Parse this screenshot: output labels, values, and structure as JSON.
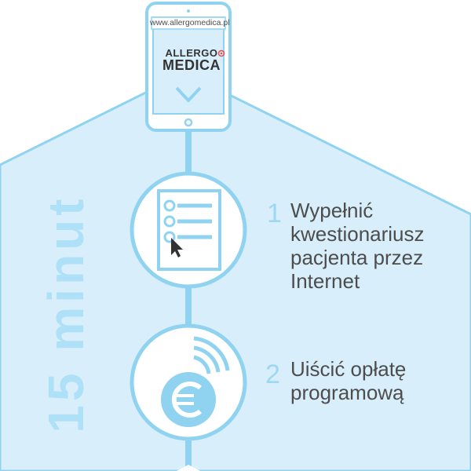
{
  "device": {
    "url": "www.allergomedica.pl",
    "brand_top": "ALLERGO",
    "brand_bottom": "MEDICA"
  },
  "duration_label": "15 minut",
  "steps": [
    {
      "number": "1",
      "lines": [
        "Wypełnić",
        "kwestionariusz",
        "pacjenta przez",
        "Internet"
      ],
      "icon": "questionnaire-icon"
    },
    {
      "number": "2",
      "lines": [
        "Uiścić opłatę",
        "programową"
      ],
      "icon": "euro-contactless-icon"
    }
  ],
  "colors": {
    "accent": "#8fd3f1",
    "panel": "#d8eefa",
    "text": "#4d4d4d",
    "brand_dot": "#e94b4b"
  }
}
